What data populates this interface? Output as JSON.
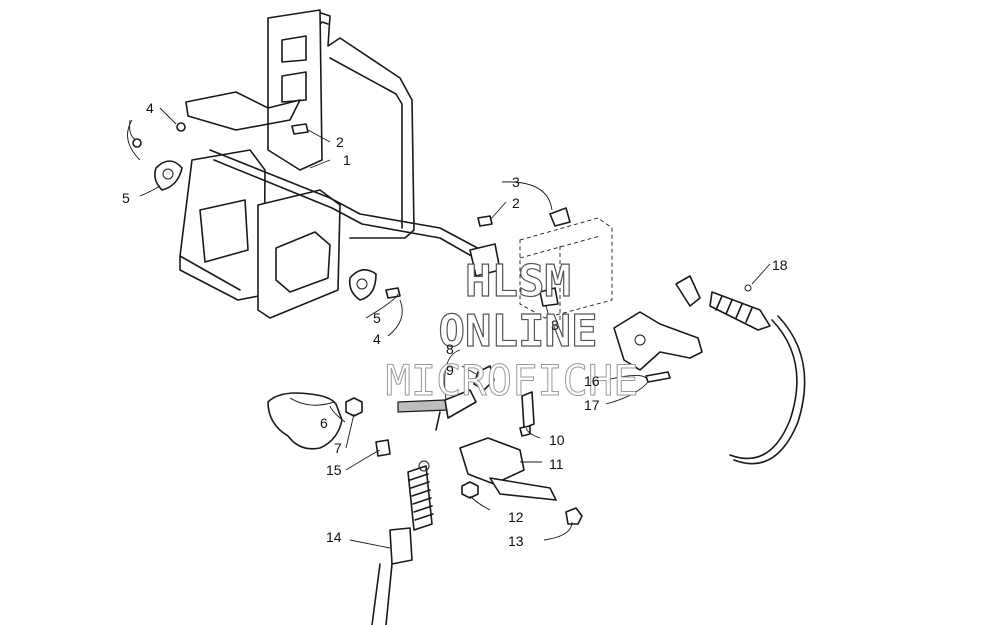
{
  "watermark": {
    "line1": "HLSM",
    "line2": "ONLINE",
    "line3": "MICROFICHE"
  },
  "callouts": [
    "1",
    "2",
    "2",
    "3",
    "3",
    "4",
    "4",
    "5",
    "5",
    "6",
    "7",
    "8",
    "9",
    "10",
    "11",
    "12",
    "13",
    "14",
    "15",
    "16",
    "17",
    "18"
  ],
  "colors": {
    "line": "#1a1a1a",
    "background": "#ffffff",
    "watermark_outline": "#555555"
  }
}
